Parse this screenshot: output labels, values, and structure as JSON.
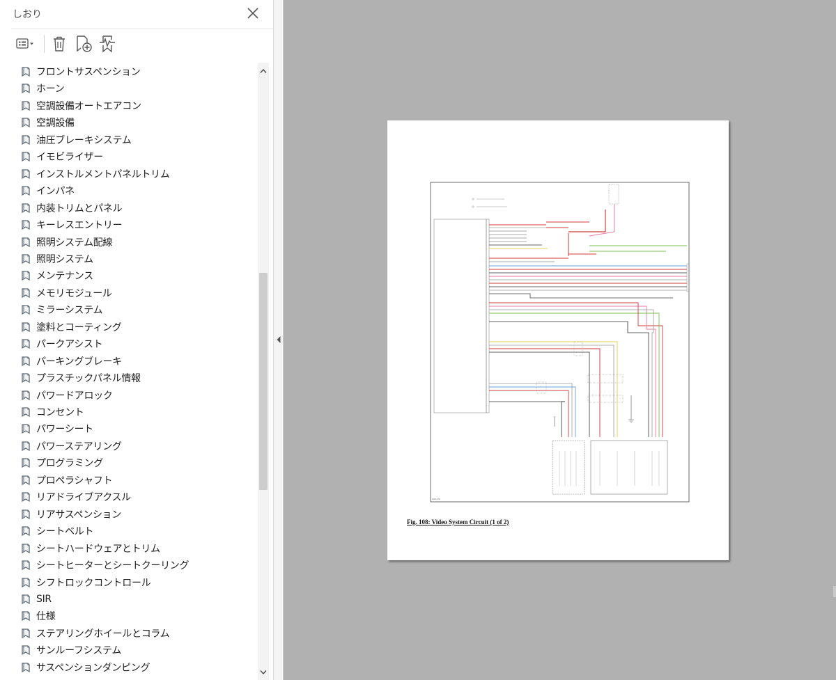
{
  "panel": {
    "title": "しおり",
    "close_icon": "close-icon",
    "toolbar": {
      "options_icon": "options-menu-icon",
      "delete_icon": "trash-icon",
      "new_bookmark_icon": "new-bookmark-icon",
      "find_bookmark_icon": "find-current-bookmark-icon"
    },
    "bookmarks": [
      "フロントサスペンション",
      "ホーン",
      "空調設備オートエアコン",
      "空調設備",
      "油圧ブレーキシステム",
      "イモビライザー",
      "インストルメントパネルトリム",
      "インパネ",
      "内装トリムとパネル",
      "キーレスエントリー",
      "照明システム配線",
      "照明システム",
      "メンテナンス",
      "メモリモジュール",
      "ミラーシステム",
      "塗料とコーティング",
      "パークアシスト",
      "パーキングブレーキ",
      "プラスチックパネル情報",
      "パワードアロック",
      "コンセント",
      "パワーシート",
      "パワーステアリング",
      "プログラミング",
      "プロペラシャフト",
      "リアドライブアクスル",
      "リアサスペンション",
      "シートベルト",
      "シートハードウェアとトリム",
      "シートヒーターとシートクーリング",
      "シフトロックコントロール",
      "SIR",
      "仕様",
      "ステアリングホイールとコラム",
      "サンルーフシステム",
      "サスペンションダンピング"
    ]
  },
  "document": {
    "caption": "Fig. 108: Video System Circuit (1 of 2)",
    "figure_id": "G00720"
  },
  "colors": {
    "viewer_bg": "#b1b1b1",
    "wire_red": "#d23a3a",
    "wire_pink": "#e97aa0",
    "wire_yellow": "#e3d34a",
    "wire_green": "#7bbd4a",
    "wire_blue": "#6aa0d8",
    "wire_black": "#333333",
    "wire_gray": "#999999"
  }
}
